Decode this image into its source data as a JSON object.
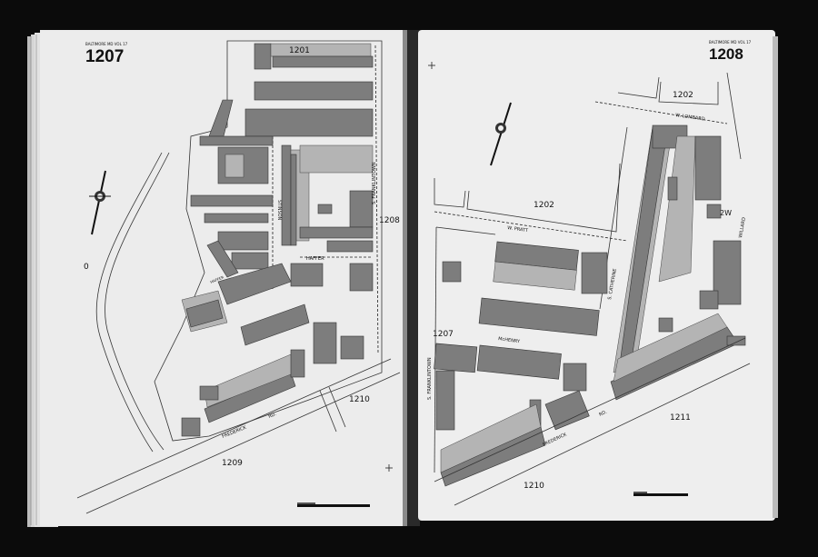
{
  "atlas": {
    "left_page": {
      "header_small": "BALTIMORE MD VOL 17",
      "page_number": "1207",
      "labels": {
        "adjoining_top": "1201",
        "adjoining_right": "1208",
        "adjoining_bottom_right": "1210",
        "adjoining_bottom": "1209",
        "street_stinson": "STINSON",
        "street_franklintown": "S. FRANKLINTOWN",
        "street_haffer": "HAFFER",
        "street_haffer_2": "HAFFER",
        "street_frederick": "FREDERICK",
        "street_rd": "RD.",
        "marker_zero": "0"
      }
    },
    "right_page": {
      "header_small": "BALTIMORE MD VOL 17",
      "page_number": "1208",
      "labels": {
        "adjoining_top": "1202",
        "adjoining_middle": "1202",
        "adjoining_left": "1207",
        "adjoining_bottom_right": "1211",
        "adjoining_bottom": "1210",
        "street_lombard": "W. LOMBARD",
        "street_pratt": "W. PRATT",
        "street_catherine": "S. CATHERINE",
        "street_willard": "WILLARD",
        "street_mchenry": "McHENRY",
        "street_franklintown": "S. FRANKLINTOWN",
        "street_frederick": "FREDERICK",
        "street_rd": "RD.",
        "label_2w": "2W"
      }
    }
  }
}
